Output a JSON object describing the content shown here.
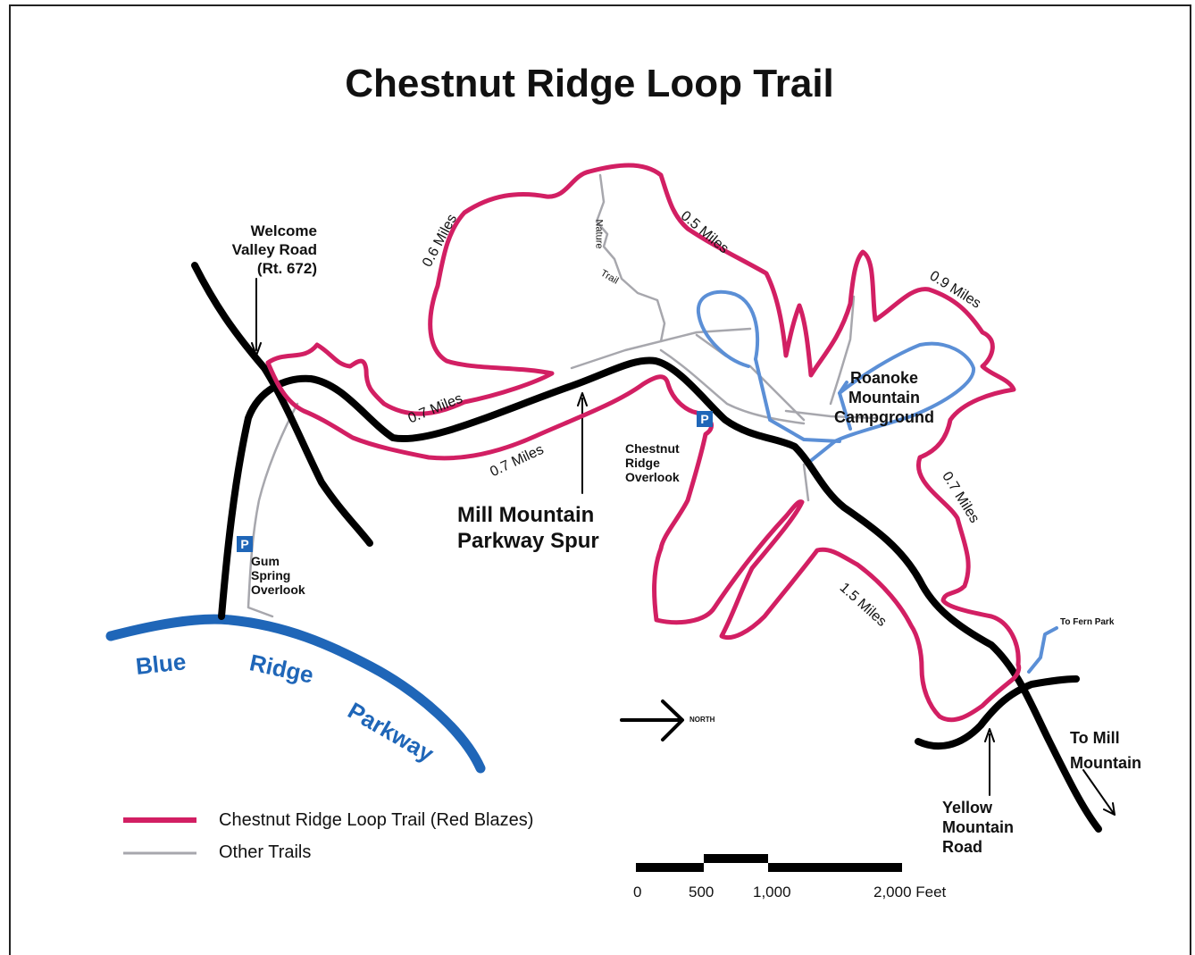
{
  "title": "Chestnut Ridge Loop Trail",
  "colors": {
    "loop_trail": "#d21f63",
    "other_trails": "#a7a7ad",
    "blue_trails": "#5b8fd6",
    "parkway": "#1f66b8",
    "roads": "#000000",
    "parking": "#1f66b8"
  },
  "labels": {
    "welcome_valley": "Welcome\nValley Road\n(Rt. 672)",
    "mill_mountain": "Mill Mountain\nParkway Spur",
    "roanoke": "Roanoke\nMountain\nCampground",
    "chestnut_overlook": "Chestnut\nRidge\nOverlook",
    "gum_spring": "Gum\nSpring\nOverlook",
    "to_fern_park": "To Fern Park",
    "to_mill_mountain": "To Mill\nMountain",
    "yellow_mountain": "Yellow\nMountain\nRoad",
    "nature_trail_1": "Nature",
    "nature_trail_2": "Trail",
    "north": "NORTH",
    "parking": "P"
  },
  "parkway_label": [
    "Blue",
    "Ridge",
    "Parkway"
  ],
  "distances": [
    "0.6 Miles",
    "0.5 Miles",
    "0.9 Miles",
    "0.7 Miles",
    "0.7 Miles",
    "0.7 Miles",
    "1.5 Miles"
  ],
  "legend": {
    "items": [
      {
        "label": "Chestnut Ridge Loop Trail (Red Blazes)",
        "color": "#d21f63"
      },
      {
        "label": "Other Trails",
        "color": "#a7a7ad"
      }
    ]
  },
  "scale": {
    "ticks": [
      "0",
      "500",
      "1,000",
      "2,000 Feet"
    ]
  }
}
